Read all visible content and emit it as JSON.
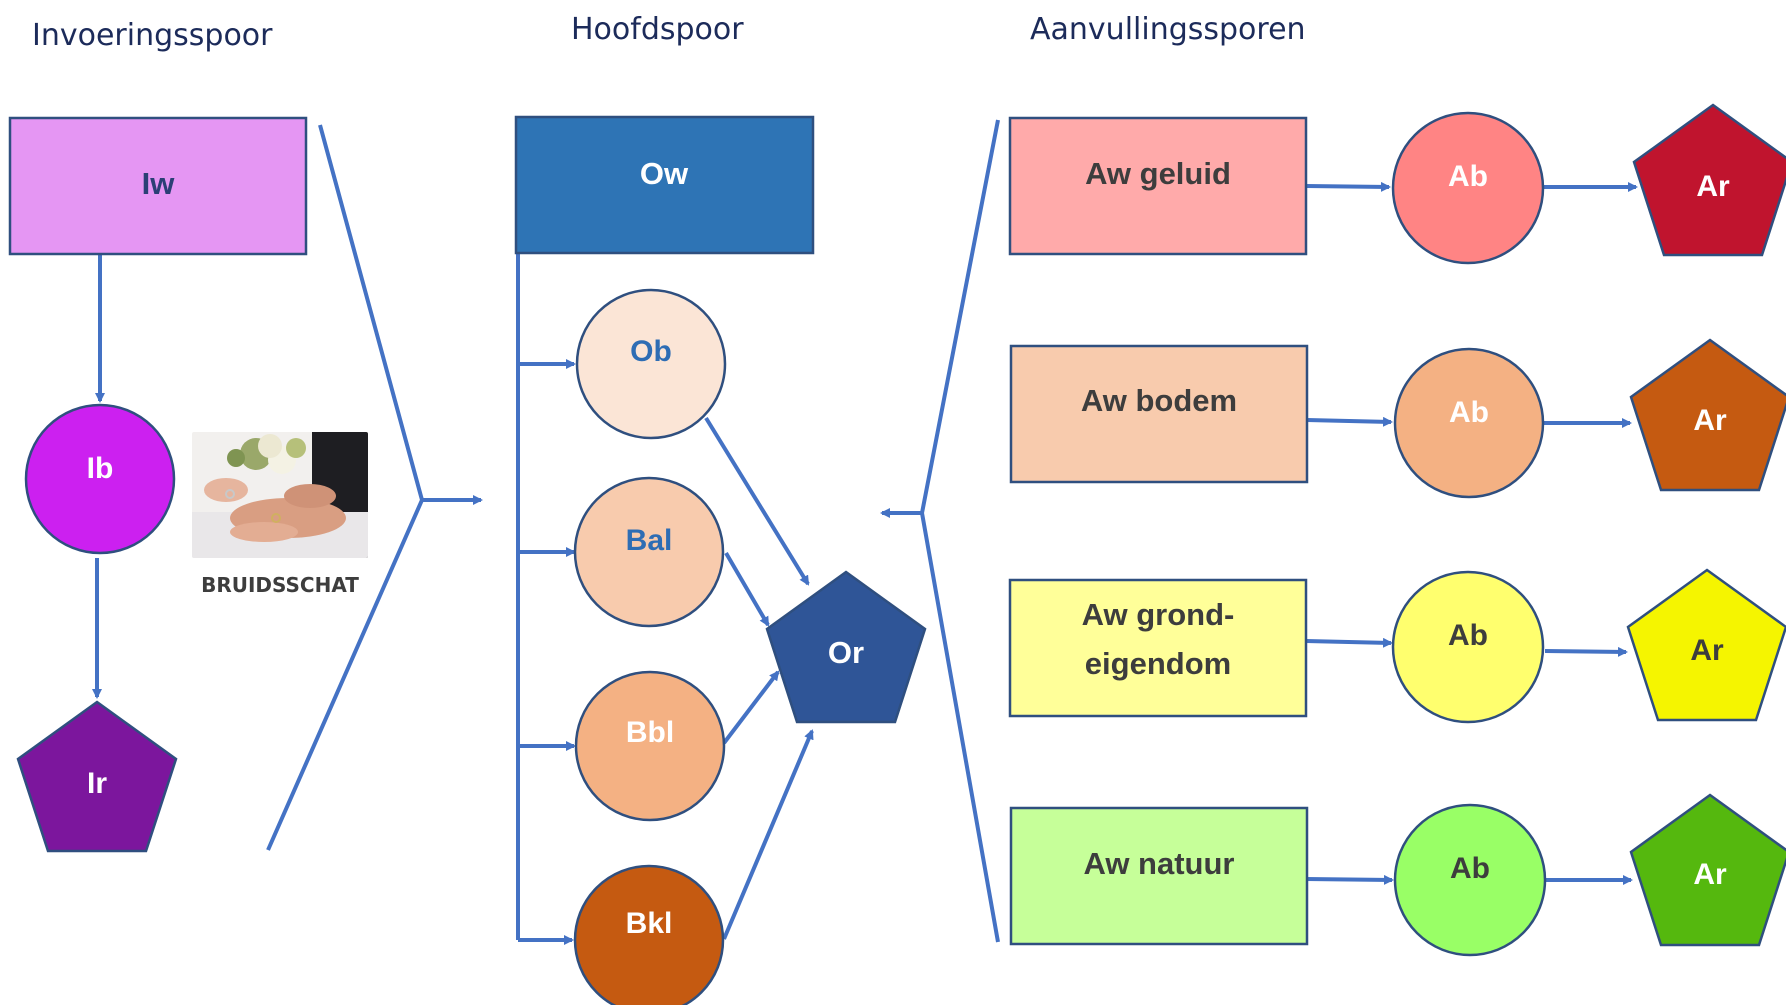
{
  "headers": {
    "introduction": "Invoeringsspoor",
    "main": "Hoofdspoor",
    "supplementary": "Aanvullingssporen"
  },
  "introduction_track": {
    "law": "Iw",
    "decree": "Ib",
    "regulation": "Ir",
    "photo_caption": "BRUIDSSCHAT"
  },
  "main_track": {
    "law": "Ow",
    "decrees": [
      "Ob",
      "Bal",
      "Bbl",
      "Bkl"
    ],
    "regulation": "Or"
  },
  "supplementary_tracks": [
    {
      "law_lines": [
        "Aw geluid"
      ],
      "decree": "Ab",
      "regulation": "Ar"
    },
    {
      "law_lines": [
        "Aw bodem"
      ],
      "decree": "Ab",
      "regulation": "Ar"
    },
    {
      "law_lines": [
        "Aw grond-",
        "eigendom"
      ],
      "decree": "Ab",
      "regulation": "Ar"
    },
    {
      "law_lines": [
        "Aw natuur"
      ],
      "decree": "Ab",
      "regulation": "Ar"
    }
  ],
  "colors": {
    "arrow": "#4472c4",
    "outline": "#2f4f7f",
    "iw": "#e596f3",
    "ib": "#cc20f0",
    "ir": "#7c169d",
    "ow": "#2e74b5",
    "ob": "#fbe5d6",
    "bal": "#f8cbad",
    "bbl": "#f4b183",
    "bkl": "#c55a11",
    "or": "#2f5597",
    "track_box": [
      "#ffaaaa",
      "#f8cbad",
      "#ffff99",
      "#c6ff99"
    ],
    "track_circle": [
      "#ff8484",
      "#f4b183",
      "#ffff6e",
      "#99ff66"
    ],
    "track_pent": [
      "#c0142e",
      "#c55a11",
      "#f5f500",
      "#55b80e"
    ]
  }
}
